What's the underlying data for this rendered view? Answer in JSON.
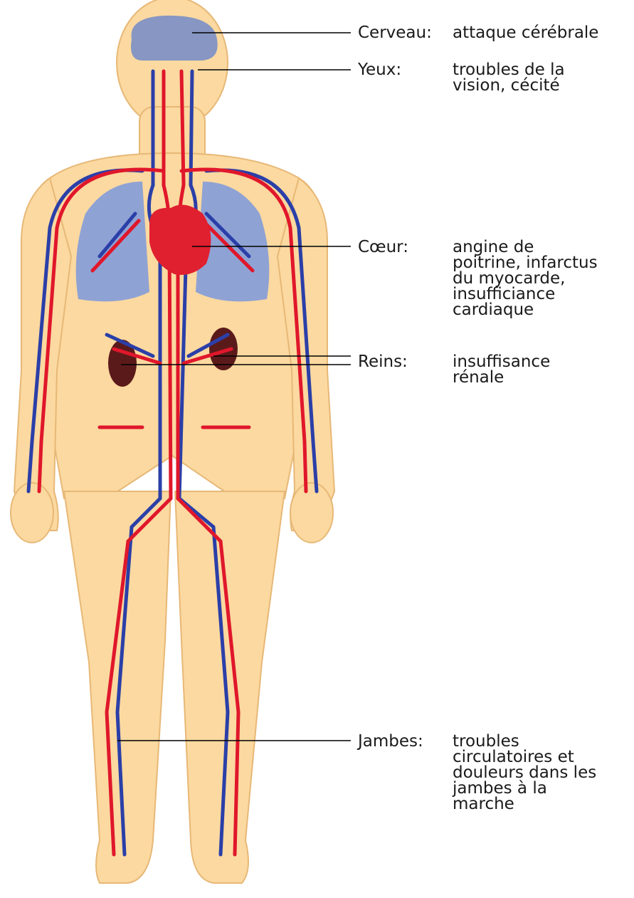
{
  "colors": {
    "skin": "#fbd9a0",
    "skin_outline": "#e7b877",
    "artery": "#e0172b",
    "vein": "#2b3fa8",
    "lung": "#8fa2d4",
    "brain": "#8796c2",
    "heart": "#e01f2f",
    "kidney": "#5b1a1a",
    "leader_line": "#000000"
  },
  "callouts": [
    {
      "organ": "Cerveau:",
      "description": "attaque cérébrale"
    },
    {
      "organ": "Yeux:",
      "description": "troubles de la\nvision, cécité"
    },
    {
      "organ": "Cœur:",
      "description": "angine de\npoitrine, infarctus\ndu myocarde,\ninsufficiance\ncardiaque"
    },
    {
      "organ": "Reins:",
      "description": "insuffisance\nrénale"
    },
    {
      "organ": "Jambes:",
      "description": "troubles\ncirculatoires et\ndouleurs dans les\njambes à la\nmarche"
    }
  ]
}
